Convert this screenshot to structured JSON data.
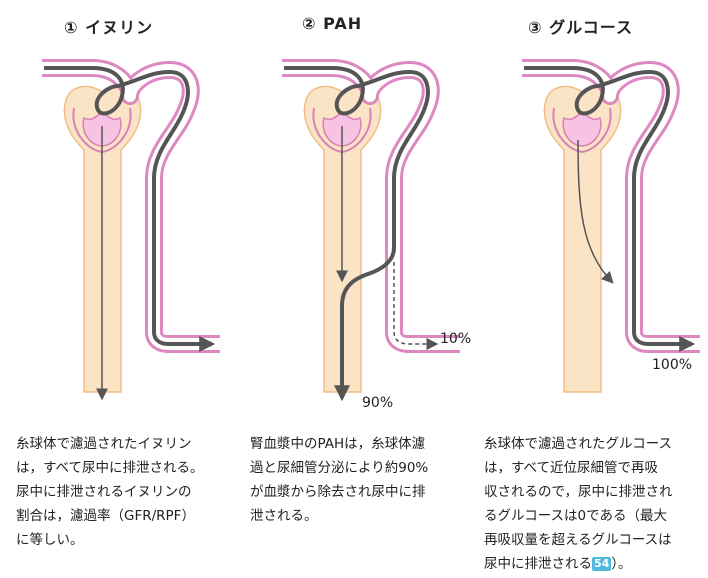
{
  "panels": [
    {
      "title": "① イヌリン",
      "description": "糸球体で濾過されたイヌリン\nは，すべて尿中に排泄される。\n尿中に排泄されるイヌリンの\n割合は，濾過率（GFR/RPF）\nに等しい。"
    },
    {
      "title": "② PAH",
      "description": "腎血漿中のPAHは，糸球体濾\n過と尿細管分泌により約90%\nが血漿から除去され尿中に排\n泄される。"
    },
    {
      "title": "③ グルコース",
      "description_before_ref": "糸球体で濾過されたグルコース\nは，すべて近位尿細管で再吸\n収されるので，尿中に排泄され\nるグルコースは0である（最大\n再吸収量を超えるグルコースは\n尿中に排泄される",
      "ref": "54",
      "description_after_ref": "）。"
    }
  ],
  "labels": {
    "pah_tubule": "10%",
    "pah_blood": "90%",
    "glucose_blood": "100%"
  },
  "colors": {
    "vessel": "#fbe3c6",
    "vessel_edge": "#f2bd84",
    "capsule": "#d880b8",
    "glomerulus": "#f6c4e2",
    "tubule": "#dd88bf",
    "arrow": "#555555",
    "ref_badge": "#4fb7e0"
  }
}
